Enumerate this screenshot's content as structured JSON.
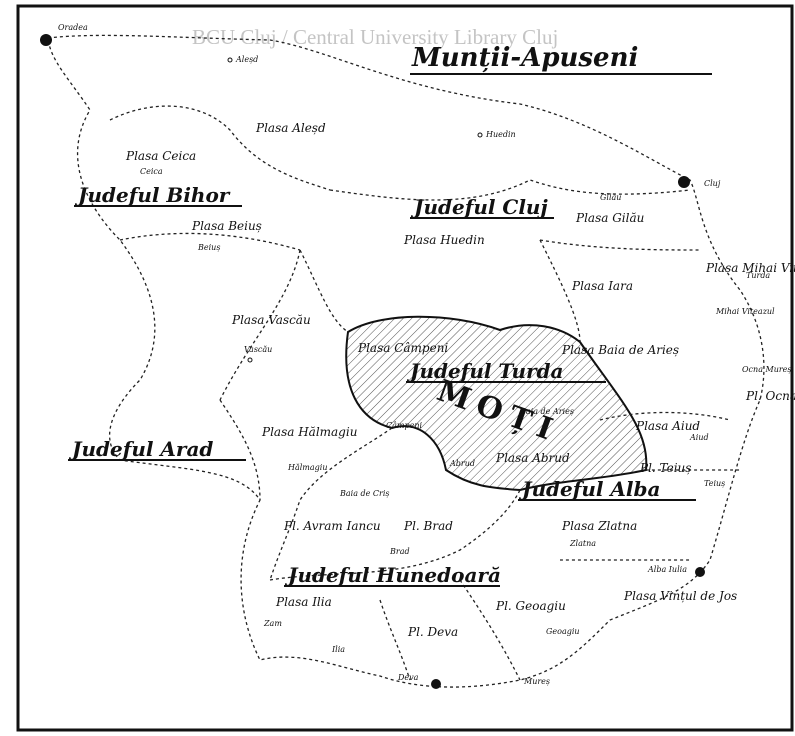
{
  "watermark": "BCU Cluj / Central University Library Cluj",
  "title": "Munții-Apuseni",
  "region": "MOȚI",
  "counties": [
    {
      "id": "bihor",
      "label": "Judeful Bihor"
    },
    {
      "id": "cluj",
      "label": "Judeful Cluj"
    },
    {
      "id": "turda",
      "label": "Judeful Turda"
    },
    {
      "id": "arad",
      "label": "Judeful Arad"
    },
    {
      "id": "alba",
      "label": "Judeful Alba"
    },
    {
      "id": "hunedoara",
      "label": "Judeful Hunedoară"
    }
  ],
  "plase": [
    {
      "id": "aleșd",
      "label": "Plasa Aleșd"
    },
    {
      "id": "ceica",
      "label": "Plasa Ceica"
    },
    {
      "id": "beiuș",
      "label": "Plasa Beiuș"
    },
    {
      "id": "vascau",
      "label": "Plasa Vascău"
    },
    {
      "id": "huedin",
      "label": "Plasa Huedin"
    },
    {
      "id": "gilau",
      "label": "Plasa Gilău"
    },
    {
      "id": "iara",
      "label": "Plasa Iara"
    },
    {
      "id": "mihai",
      "label": "Plasa Mihai Viteazul"
    },
    {
      "id": "campeni",
      "label": "Plasa Câmpeni"
    },
    {
      "id": "baia",
      "label": "Plasa Baia de Arieș"
    },
    {
      "id": "halmagiu",
      "label": "Plasa Hălmagiu"
    },
    {
      "id": "abrud",
      "label": "Plasa Abrud"
    },
    {
      "id": "aiud",
      "label": "Plasa Aiud"
    },
    {
      "id": "teius",
      "label": "Pl. Teiuș"
    },
    {
      "id": "aiosd",
      "label": "Pl. Ocna Mureș"
    },
    {
      "id": "avram",
      "label": "Pl. Avram Iancu"
    },
    {
      "id": "brad",
      "label": "Pl. Brad"
    },
    {
      "id": "zlatna",
      "label": "Plasa Zlatna"
    },
    {
      "id": "ilia",
      "label": "Plasa Ilia"
    },
    {
      "id": "geoagiu",
      "label": "Pl. Geoagiu"
    },
    {
      "id": "deva",
      "label": "Pl. Deva"
    },
    {
      "id": "vintul",
      "label": "Plasa Vințul de Jos"
    }
  ],
  "towns": [
    {
      "id": "oradea",
      "label": "Oradea"
    },
    {
      "id": "alesd-town",
      "label": "Aleșd"
    },
    {
      "id": "huedin-town",
      "label": "Huedin"
    },
    {
      "id": "ceica-town",
      "label": "Ceica"
    },
    {
      "id": "beius-town",
      "label": "Beiuș"
    },
    {
      "id": "vascau-town",
      "label": "Vascău"
    },
    {
      "id": "gilau-town",
      "label": "Gilău"
    },
    {
      "id": "cluj-town",
      "label": "Cluj"
    },
    {
      "id": "turda-town",
      "label": "Turda"
    },
    {
      "id": "mihai-town",
      "label": "Mihai Viteazul"
    },
    {
      "id": "ocna-town",
      "label": "Ocna Mureș"
    },
    {
      "id": "campeni-town",
      "label": "Câmpeni"
    },
    {
      "id": "baia-town",
      "label": "Baia de Arieș"
    },
    {
      "id": "abrud-town",
      "label": "Abrud"
    },
    {
      "id": "aiud-town",
      "label": "Aiud"
    },
    {
      "id": "teius-town",
      "label": "Teiuș"
    },
    {
      "id": "halmagiu-town",
      "label": "Hălmagiu"
    },
    {
      "id": "baia-cris-town",
      "label": "Baia de Criș"
    },
    {
      "id": "brad-town",
      "label": "Brad"
    },
    {
      "id": "zlatna-town",
      "label": "Zlatna"
    },
    {
      "id": "alba-town",
      "label": "Alba Iulia"
    },
    {
      "id": "ilia-town",
      "label": "Ilia"
    },
    {
      "id": "geoagiu-town",
      "label": "Geoagiu"
    },
    {
      "id": "dobra-town",
      "label": "Zam"
    },
    {
      "id": "deva-town",
      "label": "Deva"
    },
    {
      "id": "mures-town",
      "label": "Mureș"
    }
  ],
  "colors": {
    "ink": "#111111",
    "paper": "#ffffff",
    "watermark": "#c4c4c4"
  }
}
